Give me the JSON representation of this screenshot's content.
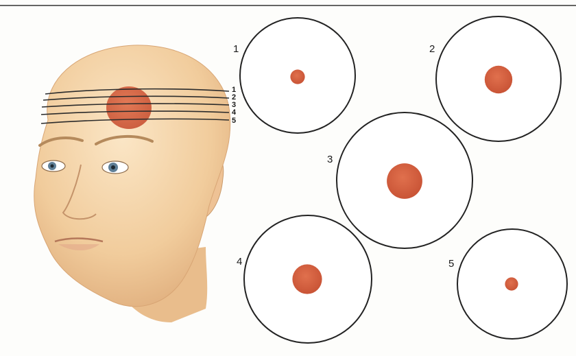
{
  "head_band_labels": [
    "1",
    "2",
    "3",
    "4",
    "5"
  ],
  "sections": [
    {
      "label": "1",
      "lesion": 0.22
    },
    {
      "label": "2",
      "lesion": 0.42
    },
    {
      "label": "3",
      "lesion": 0.54
    },
    {
      "label": "4",
      "lesion": 0.45
    },
    {
      "label": "5",
      "lesion": 0.2
    }
  ],
  "colors": {
    "lesion": "#d9603f",
    "skin": "#f2d2a6",
    "outline": "#222222",
    "border_line": "#333333"
  }
}
